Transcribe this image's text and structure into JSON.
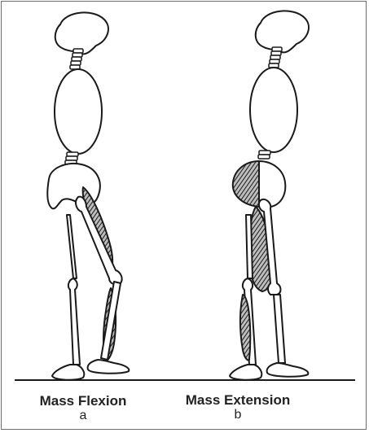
{
  "figure": {
    "panels": [
      {
        "title": "Mass Flexion",
        "label": "a"
      },
      {
        "title": "Mass Extension",
        "label": "b"
      }
    ],
    "colors": {
      "outline": "#1a1a1a",
      "muscle": "#3a3a3a",
      "background": "#ffffff",
      "frame": "#6e6e6e"
    }
  }
}
